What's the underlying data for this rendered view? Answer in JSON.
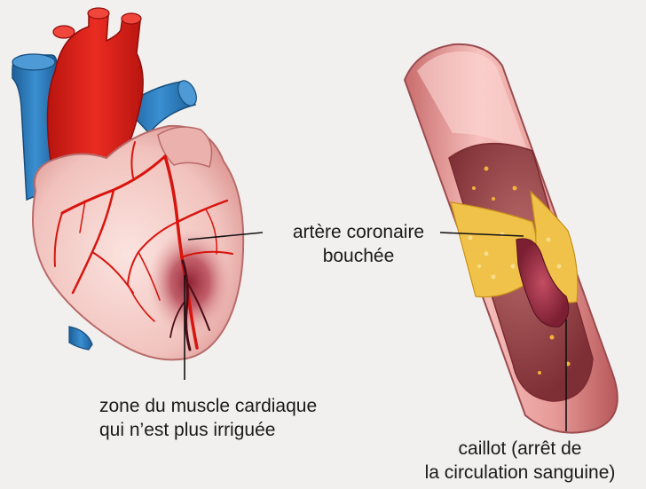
{
  "labels": {
    "artery_line1": "artère coronaire",
    "artery_line2": "bouchée",
    "zone_line1": "zone du muscle cardiaque",
    "zone_line2": "qui n’est plus irriguée",
    "clot_line1": "caillot (arrêt de",
    "clot_line2": "la circulation sanguine)"
  },
  "colors": {
    "background": "#f2f0ee",
    "heart_muscle": "#f3c9c4",
    "aorta_red": "#e0231b",
    "vena_blue": "#2e7fc0",
    "coronary_red": "#d8140e",
    "infarct_zone": "#a9283a",
    "vessel_wall": "#e08a8a",
    "plaque_yellow": "#f1c24a",
    "clot_dark": "#9b2a3d"
  },
  "icons": [
    "heart-illustration",
    "artery-cross-section-illustration"
  ]
}
